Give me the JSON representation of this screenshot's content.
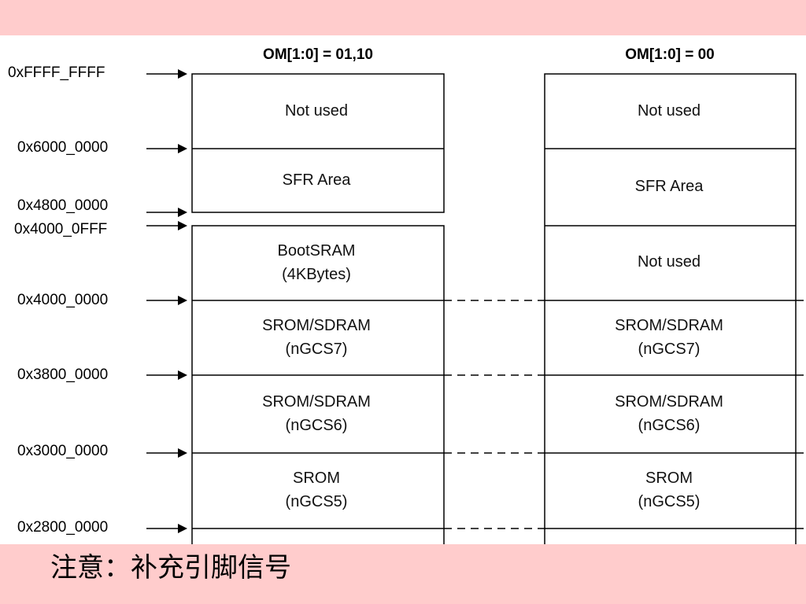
{
  "columns": [
    {
      "title": "OM[1:0] = 01,10"
    },
    {
      "title": "OM[1:0] = 00"
    }
  ],
  "addresses": [
    "0xFFFF_FFFF",
    "0x6000_0000",
    "0x4800_0000",
    "0x4000_0FFF",
    "0x4000_0000",
    "0x3800_0000",
    "0x3000_0000",
    "0x2800_0000"
  ],
  "left_regions": [
    {
      "line1": "Not used",
      "line2": ""
    },
    {
      "line1": "SFR Area",
      "line2": ""
    },
    {
      "line1": "BootSRAM",
      "line2": "(4KBytes)"
    },
    {
      "line1": "SROM/SDRAM",
      "line2": "(nGCS7)"
    },
    {
      "line1": "SROM/SDRAM",
      "line2": "(nGCS6)"
    },
    {
      "line1": "SROM",
      "line2": "(nGCS5)"
    }
  ],
  "right_regions": [
    {
      "line1": "Not used",
      "line2": ""
    },
    {
      "line1": "SFR Area",
      "line2": ""
    },
    {
      "line1": "Not used",
      "line2": ""
    },
    {
      "line1": "SROM/SDRAM",
      "line2": "(nGCS7)"
    },
    {
      "line1": "SROM/SDRAM",
      "line2": "(nGCS6)"
    },
    {
      "line1": "SROM",
      "line2": "(nGCS5)"
    }
  ],
  "note": "注意：补充引脚信号",
  "colors": {
    "band": "#ffcccc",
    "line": "#000000"
  }
}
